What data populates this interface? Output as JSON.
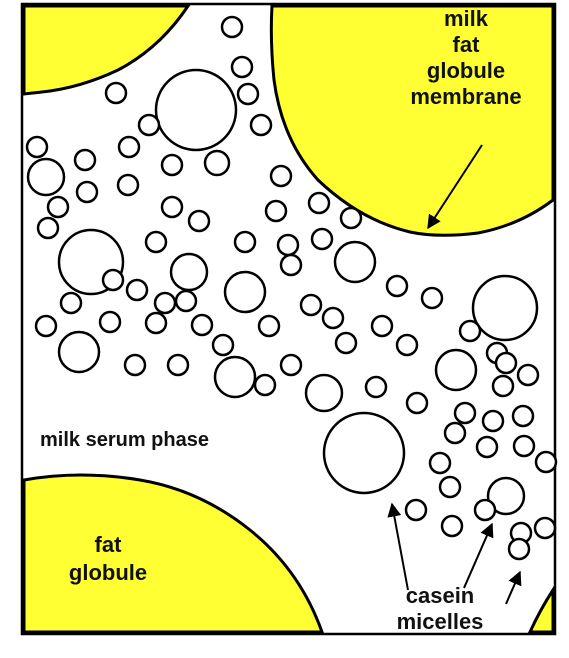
{
  "colors": {
    "fat": "#ffff33",
    "outline": "#000000",
    "serum": "#ffffff"
  },
  "labels": {
    "membrane": [
      "milk",
      "fat",
      "globule",
      "membrane"
    ],
    "serum": "milk serum phase",
    "fat_globule": [
      "fat",
      "globule"
    ],
    "casein": [
      "casein",
      "micelles"
    ]
  }
}
